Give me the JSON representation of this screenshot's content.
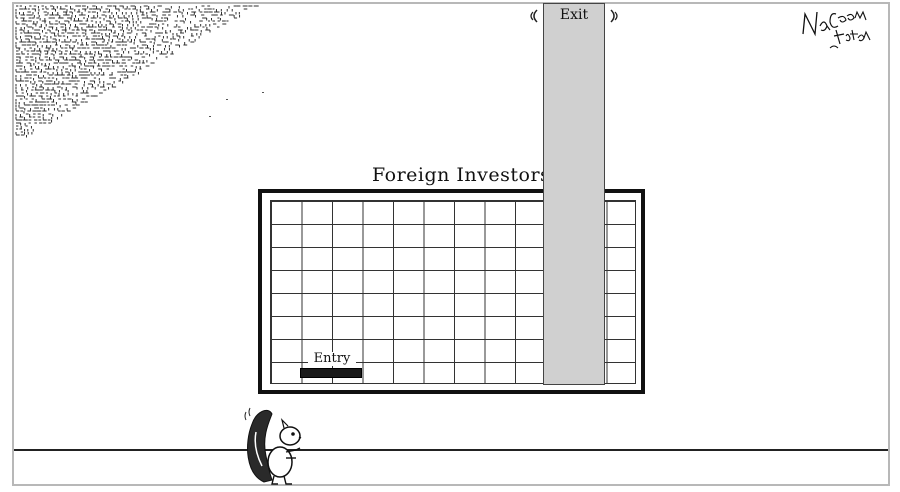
{
  "cartoon": {
    "title": "Foreign Investors",
    "entry_label": "Entry",
    "exit_label": "Exit",
    "colors": {
      "exit_bar": "#d0d0d0",
      "ink": "#111111",
      "entry_slot": "#1a1a1a"
    }
  }
}
